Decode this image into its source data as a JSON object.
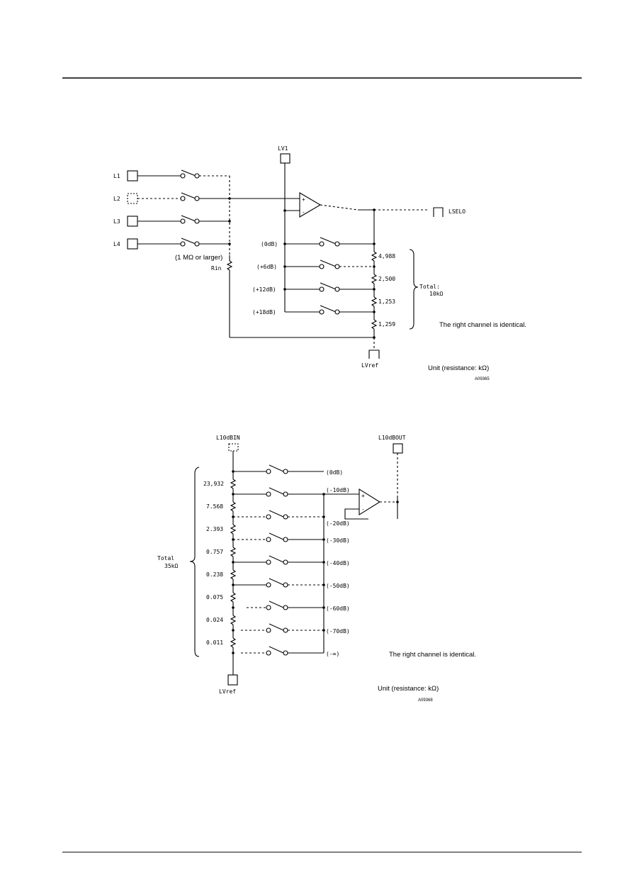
{
  "diagram1": {
    "inputs": [
      "L1",
      "L2",
      "L3",
      "L4"
    ],
    "supply_label": "LV1",
    "output_label": "LSELO",
    "ref_label": "LVref",
    "rin_label": "Rin",
    "rin_note": "(1 MΩ or larger)",
    "gain_taps": [
      "(0dB)",
      "(+6dB)",
      "(+12dB)",
      "(+18dB)"
    ],
    "resistors": [
      "4,988",
      "2,500",
      "1,253",
      "1,259"
    ],
    "total_label": "Total:",
    "total_value": "10kΩ",
    "note": "The right channel is identical.",
    "unit": "Unit (resistance: kΩ)",
    "code": "A09365"
  },
  "diagram2": {
    "input_label": "L10dBIN",
    "output_label": "L10dBOUT",
    "ref_label": "LVref",
    "taps": [
      "(0dB)",
      "(-10dB)",
      "(-20dB)",
      "(-30dB)",
      "(-40dB)",
      "(-50dB)",
      "(-60dB)",
      "(-70dB)",
      "(-∞)"
    ],
    "resistors": [
      "23,932",
      "7.568",
      "2.393",
      "0.757",
      "0.238",
      "0.075",
      "0.024",
      "0.011"
    ],
    "total_label": "Total",
    "total_value": "35kΩ",
    "note": "The right channel is identical.",
    "unit": "Unit (resistance: kΩ)",
    "code": "A09368"
  }
}
